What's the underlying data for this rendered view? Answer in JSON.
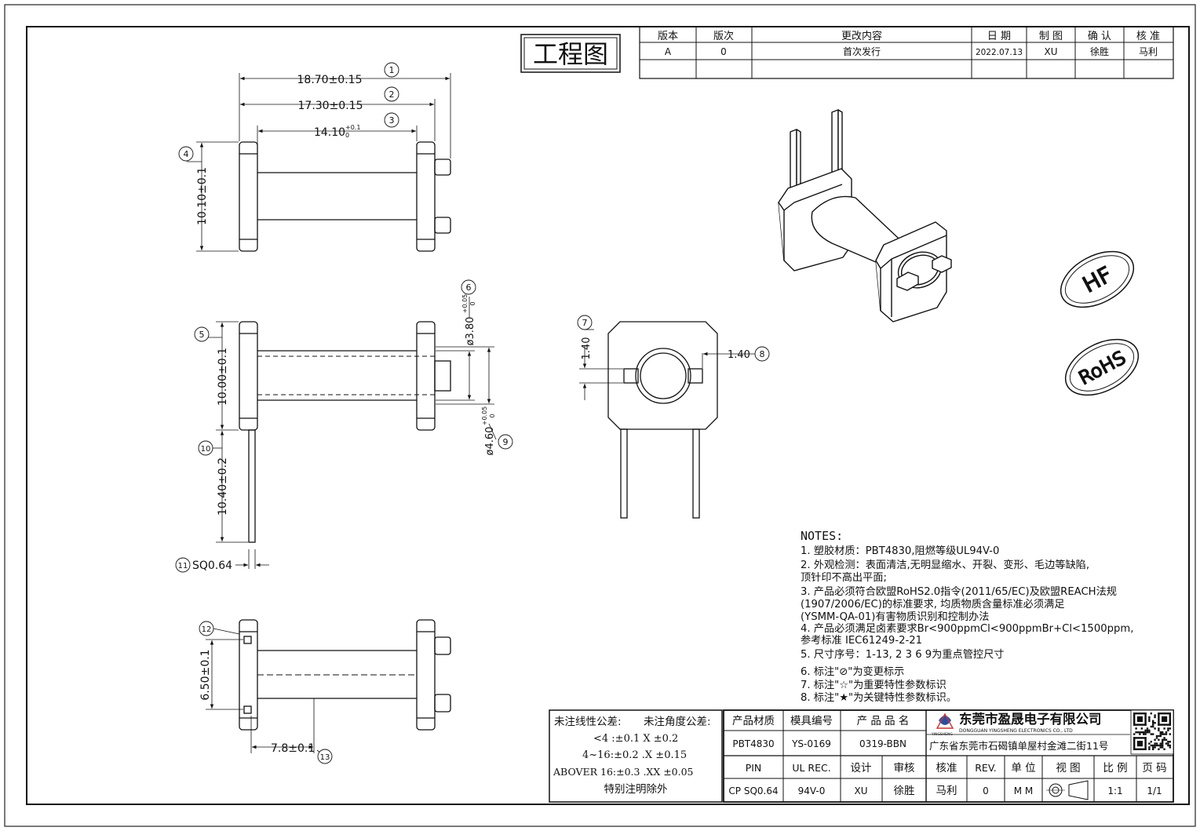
{
  "stamp": {
    "label": "工程图"
  },
  "revision_table": {
    "headers": [
      "版本",
      "版次",
      "更改内容",
      "日 期",
      "制 图",
      "确 认",
      "核 准"
    ],
    "rows": [
      [
        "A",
        "0",
        "首次发行",
        "2022.07.13",
        "XU",
        "徐胜",
        "马利"
      ],
      [
        "",
        "",
        "",
        "",
        "",
        "",
        ""
      ]
    ]
  },
  "badges": {
    "hf": "HF",
    "rohs": "RoHS"
  },
  "dimensions": {
    "d1": "18.70±0.15",
    "d2": "17.30±0.15",
    "d3_main": "14.10",
    "d3_tol_upper": "+0.1",
    "d3_tol_lower": "0",
    "d4": "10.10±0.1",
    "d5": "10.00±0.1",
    "d6_main": "ø3.80",
    "d6_tol_upper": "+0.05",
    "d6_tol_lower": "0",
    "d7": "1.40",
    "d8": "1.40",
    "d9_main": "ø4.60",
    "d9_tol_upper": "+0.05",
    "d9_tol_lower": "0",
    "d10": "10.40±0.2",
    "d11": "SQ0.64",
    "d12": "6.50±0.1",
    "d13": "7.8±0.1"
  },
  "balloons": {
    "b1": "1",
    "b2": "2",
    "b3": "3",
    "b4": "4",
    "b5": "5",
    "b6": "6",
    "b7": "7",
    "b8": "8",
    "b9": "9",
    "b10": "10",
    "b11": "11",
    "b12": "12",
    "b13": "13"
  },
  "notes": {
    "title": "NOTES:",
    "lines": [
      "1.  塑胶材质：PBT4830,阻燃等级UL94V-0",
      "2.  外观检测：表面清洁,无明显缩水、开裂、变形、毛边等缺陷,",
      "     顶针印不高出平面;",
      "3.  产品必须符合欧盟RoHS2.0指令(2011/65/EC)及欧盟REACH法规",
      "     (1907/2006/EC)的标准要求, 均质物质含量标准必须满足",
      "     (YSMM-QA-01)有害物质识别和控制办法",
      "4.  产品必须满足卤素要求Br<900ppmCl<900ppmBr+Cl<1500ppm,",
      "     参考标准 IEC61249-2-21",
      "5.  尺寸序号：1-13, 2 3 6 9为重点管控尺寸",
      "6.  标注\"⊘\"为变更标示",
      "7.  标注\"☆\"为重要特性参数标识",
      "8.  标注\"★\"为关键特性参数标识。"
    ]
  },
  "tolerance_block": {
    "title_linear": "未注线性公差:",
    "title_angle": "未注角度公差:",
    "rows": [
      "<4 :±0.1   X ±0.2",
      "4~16:±0.2  .X ±0.15",
      "ABOVER 16:±0.3  .XX ±0.05"
    ],
    "footer": "特别注明除外"
  },
  "title_block": {
    "headers_top": [
      "产品材质",
      "模具编号",
      "产 品 品 名"
    ],
    "values_top": [
      "PBT4830",
      "YS-0169",
      "0319-BBN"
    ],
    "company_cn": "东莞市盈晟电子有限公司",
    "company_en": "DONGGUAN YINGSHENG ELECTRONICS CO., LTD",
    "company_logo_text": "YINGSHENG",
    "address": "广东省东莞市石碣镇单屋村金滩二街11号",
    "headers_bottom": [
      "PIN",
      "UL REC.",
      "设计",
      "审核",
      "核准",
      "REV.",
      "单 位",
      "视 图",
      "比 例",
      "页 码"
    ],
    "values_bottom": [
      "CP SQ0.64",
      "94V-0",
      "XU",
      "徐胜",
      "马利",
      "0",
      "M M",
      "",
      "1:1",
      "1/1"
    ]
  }
}
